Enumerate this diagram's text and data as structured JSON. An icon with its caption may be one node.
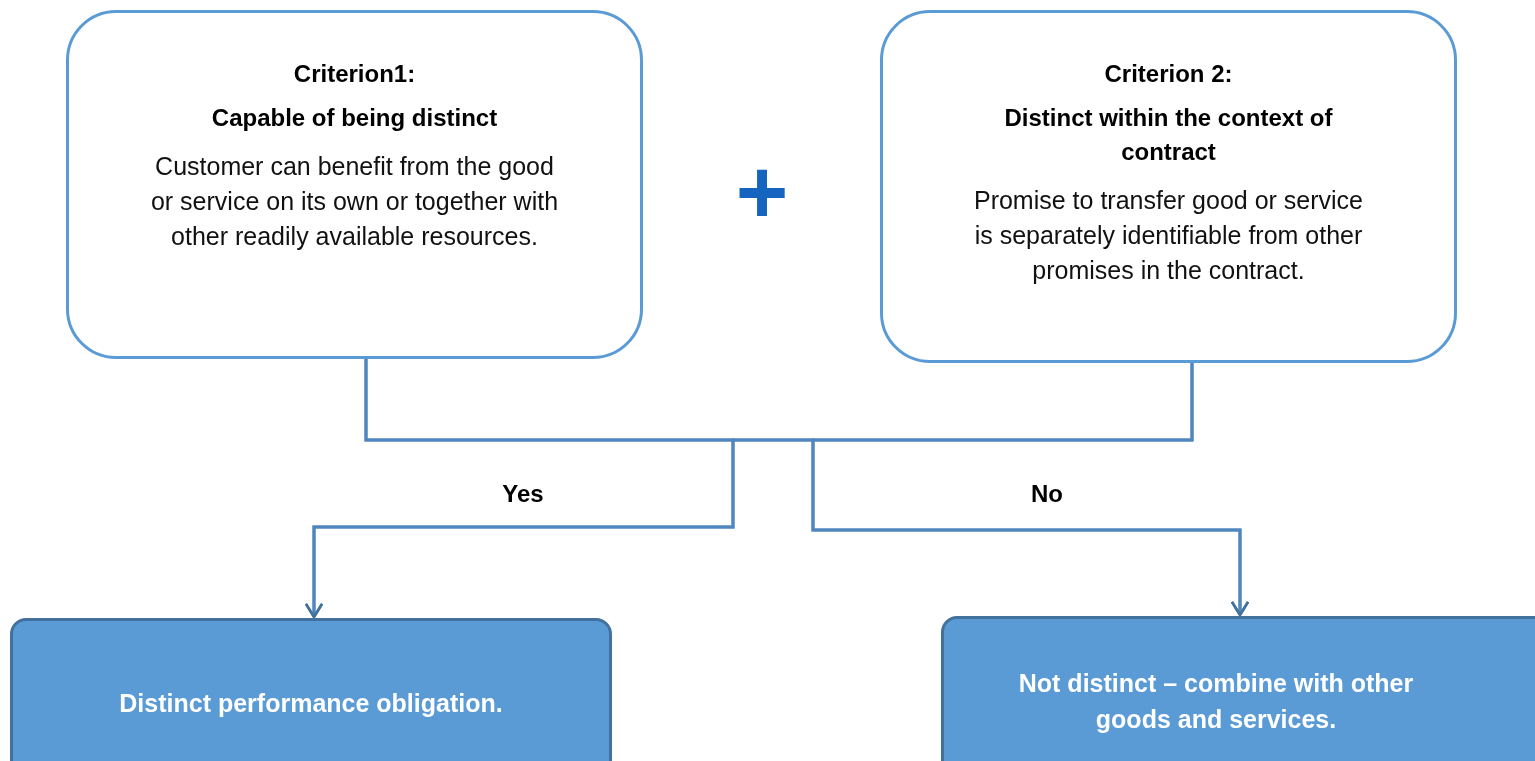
{
  "diagram": {
    "nodes": [
      {
        "text": [
          "Criterion1:",
          "Capable of being distinct",
          "Customer can benefit from the good or service on its own or together with other readily available resources."
        ]
      },
      {
        "text": [
          "Criterion 2:",
          "Distinct within the context of contract",
          "Promise to transfer good or service is separately identifiable from other promises in the contract."
        ]
      },
      {
        "text": [
          "Distinct performance obligation."
        ]
      },
      {
        "text": [
          "Not distinct – combine with other goods and services."
        ]
      }
    ],
    "edges": [
      {
        "from": 0,
        "to": 2,
        "arrow": "to",
        "label": "Yes"
      },
      {
        "from": 1,
        "to": 2,
        "arrow": "to"
      },
      {
        "from": 0,
        "to": 3,
        "arrow": "to",
        "label": "No"
      },
      {
        "from": 1,
        "to": 3,
        "arrow": "to"
      }
    ],
    "labels": [
      "+"
    ]
  }
}
